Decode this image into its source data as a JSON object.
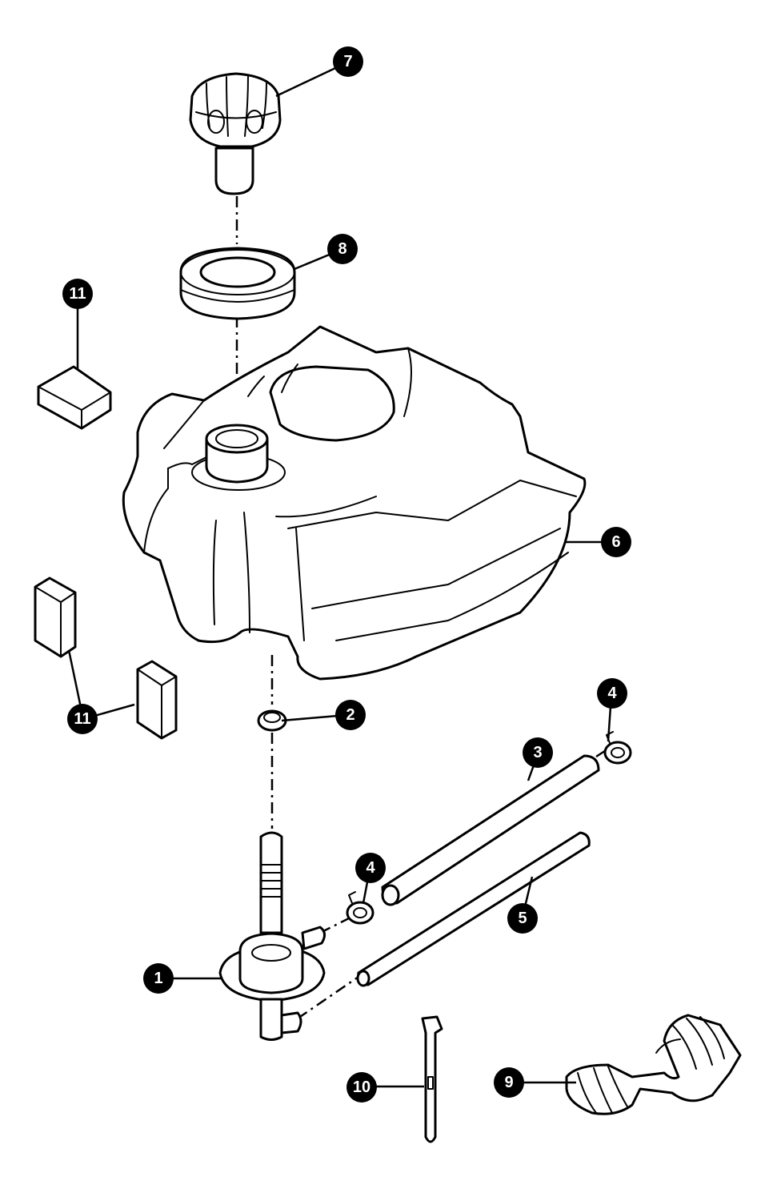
{
  "callouts": [
    {
      "id": "c1",
      "label": "1"
    },
    {
      "id": "c2",
      "label": "2"
    },
    {
      "id": "c3",
      "label": "3"
    },
    {
      "id": "c4a",
      "label": "4"
    },
    {
      "id": "c4b",
      "label": "4"
    },
    {
      "id": "c5",
      "label": "5"
    },
    {
      "id": "c6",
      "label": "6"
    },
    {
      "id": "c7",
      "label": "7"
    },
    {
      "id": "c8",
      "label": "8"
    },
    {
      "id": "c9",
      "label": "9"
    },
    {
      "id": "c10",
      "label": "10"
    },
    {
      "id": "c11a",
      "label": "11"
    },
    {
      "id": "c11b",
      "label": "11"
    }
  ]
}
